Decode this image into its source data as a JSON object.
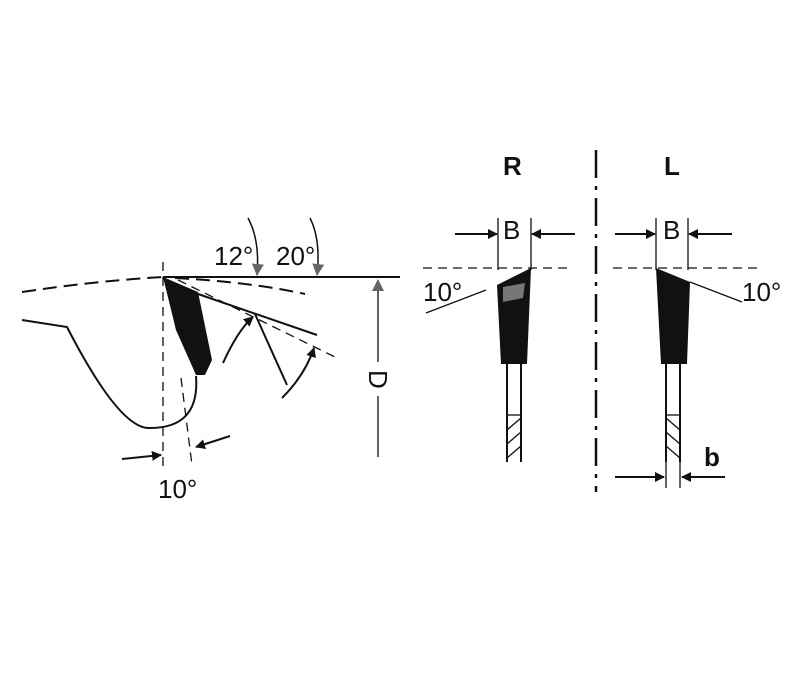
{
  "side_view": {
    "hook_angle_label": "12°",
    "clearance_angle_label": "20°",
    "tangential_angle_label": "10°",
    "diameter_label": "D"
  },
  "right_tooth": {
    "title": "R",
    "width_label": "B",
    "bevel_angle_label": "10°"
  },
  "left_tooth": {
    "title": "L",
    "width_label": "B",
    "bevel_angle_label": "10°",
    "body_thickness_label": "b"
  }
}
